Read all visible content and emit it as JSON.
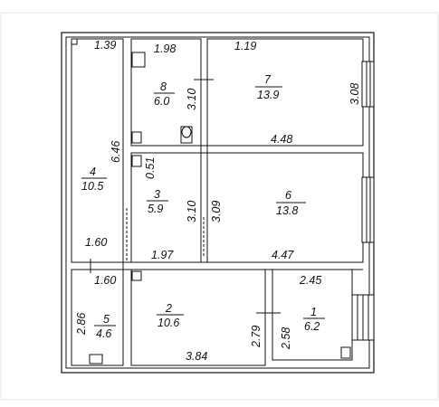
{
  "rooms": [
    {
      "number": "1",
      "area": "6.2"
    },
    {
      "number": "2",
      "area": "10.6"
    },
    {
      "number": "3",
      "area": "5.9"
    },
    {
      "number": "4",
      "area": "10.5"
    },
    {
      "number": "5",
      "area": "4.6"
    },
    {
      "number": "6",
      "area": "13.8"
    },
    {
      "number": "7",
      "area": "13.9"
    },
    {
      "number": "8",
      "area": "6.0"
    }
  ],
  "dimensions": {
    "r4_top": "1.39",
    "r8_top": "1.98",
    "r7_top": "1.19",
    "r8_left": "3.10",
    "r7_right": "3.08",
    "r4_right": "6.46",
    "r67_between": "4.48",
    "r3_top": "0.51",
    "r3_right": "3.10",
    "r6_left": "3.09",
    "r4_bottom": "1.60",
    "r5_top": "1.60",
    "r3_bottom": "1.97",
    "r6_bottom": "4.47",
    "r1_top": "2.45",
    "r5_left": "2.86",
    "r2_right": "2.79",
    "r1_left": "2.58",
    "r2_bottom": "3.84"
  }
}
